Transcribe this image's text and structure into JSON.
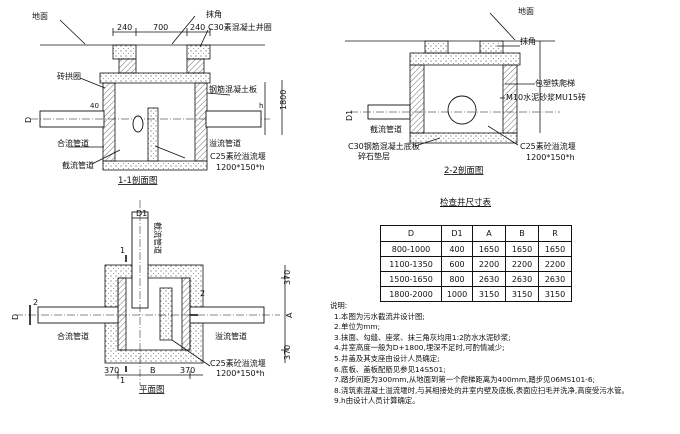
{
  "section_1_1": {
    "title": "1-1剖面图",
    "ground": "地面",
    "dims_top": [
      "240",
      "700",
      "240"
    ],
    "plaster_corner": "抹角",
    "c30_ring": "C30素混凝土井圈",
    "brick_ring": "砖拱圈",
    "rc_cover_slab": "钢筋混凝土板",
    "height_1800": "1800",
    "d_label": "D",
    "h_label": "h",
    "dim_40": "40",
    "combined_pipe": "合流管道",
    "intercept_pipe": "截流管道",
    "overflow_pipe": "溢流管道",
    "weir": "C25素砼溢流堰",
    "weir_size": "1200*150*h"
  },
  "section_2_2": {
    "title": "2-2剖面图",
    "ground": "地面",
    "plaster_corner": "抹角",
    "ladder": "包塑铁爬梯",
    "mortar_wall": "M10水泥砂浆MU15砖",
    "d1_label": "D1",
    "intercept_pipe": "截流管道",
    "c30_base": "C30钢筋混凝土底板",
    "gravel": "碎石垫层",
    "weir": "C25素砼溢流堰",
    "weir_size": "1200*150*h"
  },
  "plan": {
    "title": "平面图",
    "d1_label": "D1",
    "d_label": "D",
    "intercept_pipe": "截流管道",
    "combined_pipe": "合流管道",
    "overflow_pipe": "溢流管道",
    "weir": "C25素砼溢流堰",
    "weir_size": "1200*150*h",
    "dims_right": [
      "370",
      "A",
      "370"
    ],
    "dims_bottom": [
      "370",
      "B",
      "370"
    ],
    "sec_1": "1",
    "sec_2": "2"
  },
  "table": {
    "title": "检查井尺寸表",
    "headers": [
      "D",
      "D1",
      "A",
      "B",
      "R"
    ],
    "rows": [
      [
        "800-1000",
        "400",
        "1650",
        "1650",
        "1650"
      ],
      [
        "1100-1350",
        "600",
        "2200",
        "2200",
        "2200"
      ],
      [
        "1500-1650",
        "800",
        "2630",
        "2630",
        "2630"
      ],
      [
        "1800-2000",
        "1000",
        "3150",
        "3150",
        "3150"
      ]
    ]
  },
  "notes": {
    "heading": "说明:",
    "items": [
      "1.本图为污水截流井设计图;",
      "2.单位为mm;",
      "3.抹面、勾缝、座浆、抹三角灰均用1:2防水水泥砂浆;",
      "4.井室高度一般为D+1800,埋深不足时,可酌情减少;",
      "5.井盖及其支座由设计人员确定;",
      "6.底板、盖板配筋见参见14S501;",
      "7.踏步间距为300mm,从地面到第一个爬梯距离为400mm,踏步见06MS101-6;",
      "8.浇筑素混凝土溢流堰时,与其相接处的井室内壁及底板,表面应扫毛并洗净,高度受污水管。",
      "9.h由设计人员计算确定。"
    ]
  }
}
